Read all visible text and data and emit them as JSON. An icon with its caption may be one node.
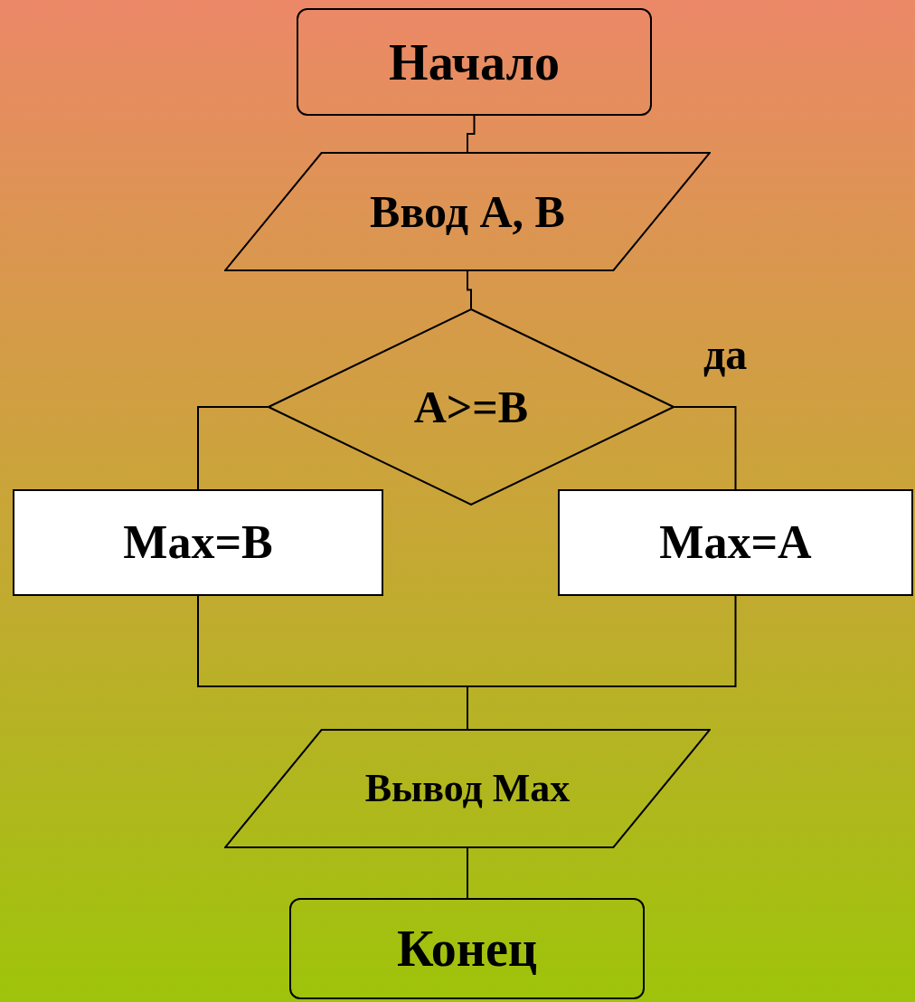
{
  "diagram": {
    "nodes": [
      {
        "text": [
          "Начало"
        ]
      },
      {
        "text": [
          "Ввод A, B"
        ]
      },
      {
        "text": [
          "A>=B"
        ]
      },
      {
        "text": [
          "Max=B"
        ]
      },
      {
        "text": [
          "Max=A"
        ]
      },
      {
        "text": [
          "Вывод Max"
        ]
      },
      {
        "text": [
          "Конец"
        ]
      }
    ],
    "edges": [
      {
        "from": 0,
        "to": 1,
        "arrow": "none"
      },
      {
        "from": 1,
        "to": 2,
        "arrow": "none"
      },
      {
        "from": 2,
        "to": 3,
        "arrow": "none"
      },
      {
        "from": 2,
        "to": 4,
        "arrow": "none",
        "label": "да"
      },
      {
        "from": 3,
        "to": 5,
        "arrow": "none"
      },
      {
        "from": 4,
        "to": 5,
        "arrow": "none"
      },
      {
        "from": 5,
        "to": 6,
        "arrow": "none"
      }
    ]
  }
}
